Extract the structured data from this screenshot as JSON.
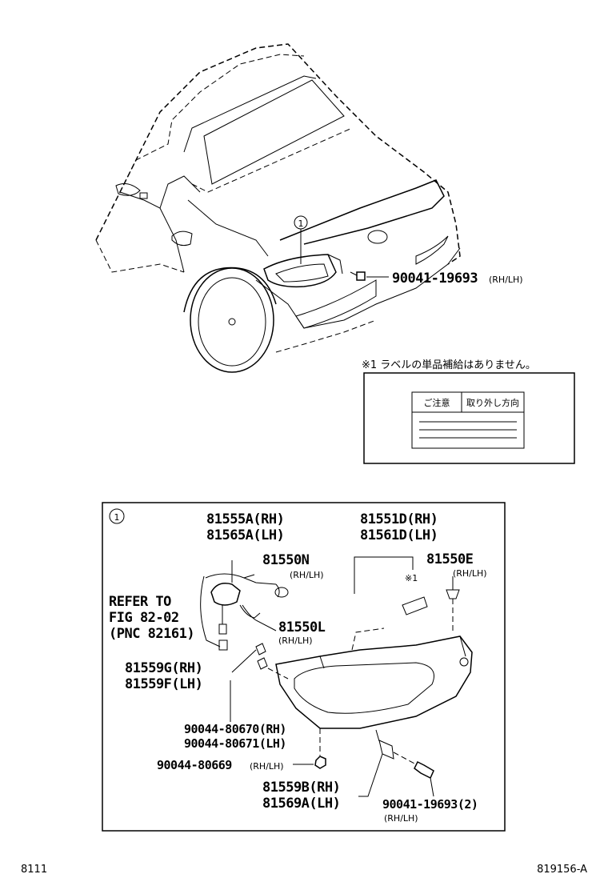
{
  "car_callout": "1",
  "car_bolt": {
    "part_no": "90041-19693",
    "qualifier": "(RH/LH)"
  },
  "label_note": {
    "text": "※1 ラベルの単品補給はありません。",
    "cell_caution": "ご注意",
    "cell_removal": "取り外し方向"
  },
  "detail_box": {
    "callout": "1",
    "parts": [
      {
        "id": "socket",
        "lines": [
          "81555A(RH)",
          "81565A(LH)"
        ]
      },
      {
        "id": "bulb",
        "lines": [
          "81550N"
        ],
        "qualifier": "(RH/LH)"
      },
      {
        "id": "bulb2",
        "lines": [
          "81550L"
        ],
        "qualifier": "(RH/LH)"
      },
      {
        "id": "lens",
        "lines": [
          "81551D(RH)",
          "81561D(LH)"
        ]
      },
      {
        "id": "clip",
        "lines": [
          "81550E"
        ],
        "qualifier": "(RH/LH)"
      },
      {
        "id": "gasket",
        "lines": [
          "81559G(RH)",
          "81559F(LH)"
        ]
      },
      {
        "id": "screws",
        "lines": [
          "90044-80670(RH)",
          "90044-80671(LH)"
        ]
      },
      {
        "id": "nut",
        "lines": [
          "90044-80669"
        ],
        "qualifier": "(RH/LH)"
      },
      {
        "id": "bracket",
        "lines": [
          "81559B(RH)",
          "81569A(LH)"
        ]
      },
      {
        "id": "bolt",
        "lines": [
          "90041-19693(2)"
        ],
        "qualifier": "(RH/LH)"
      }
    ],
    "label_marker": "※1",
    "refer": [
      "REFER TO",
      "FIG 82-02",
      "(PNC 82161)"
    ]
  },
  "footer": {
    "left": "8111",
    "right": "819156-A"
  }
}
